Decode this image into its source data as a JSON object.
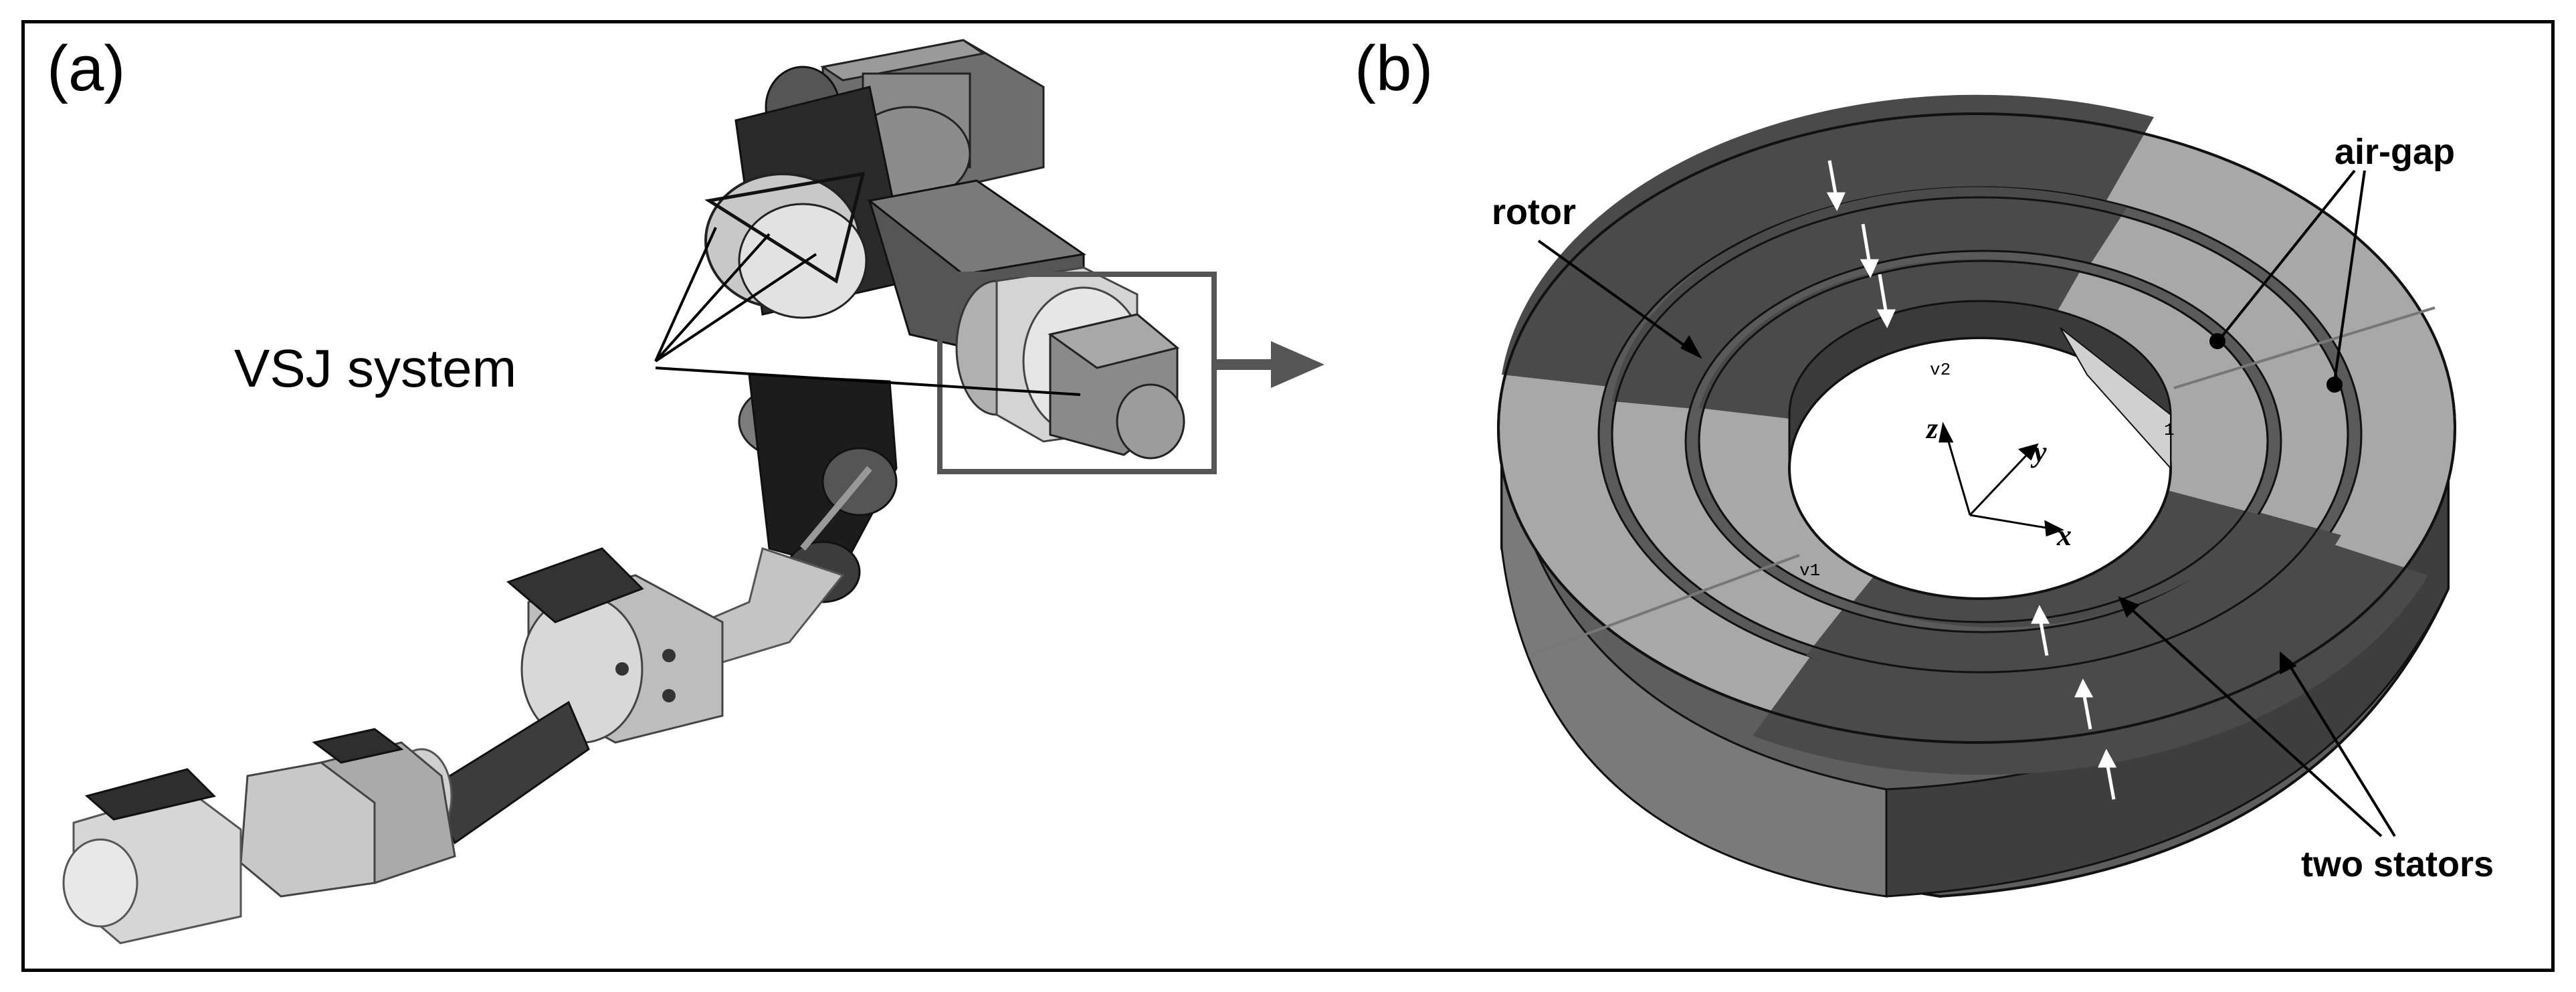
{
  "panel_a": {
    "label": "(a)",
    "callout": "VSJ system"
  },
  "panel_b": {
    "label": "(b)",
    "labels": {
      "rotor": "rotor",
      "air_gap": "air-gap",
      "two_stators": "two stators"
    },
    "axes": {
      "x": "x",
      "y": "y",
      "z": "z"
    },
    "segment_marks": {
      "v1": "v1",
      "v2": "v2",
      "one": "1"
    }
  },
  "colors": {
    "dark_segment": "#4a4a4a",
    "light_segment": "#a8a8a8",
    "side_dark": "#3a3a3a",
    "side_light": "#7a7a7a",
    "outline": "#000000"
  }
}
